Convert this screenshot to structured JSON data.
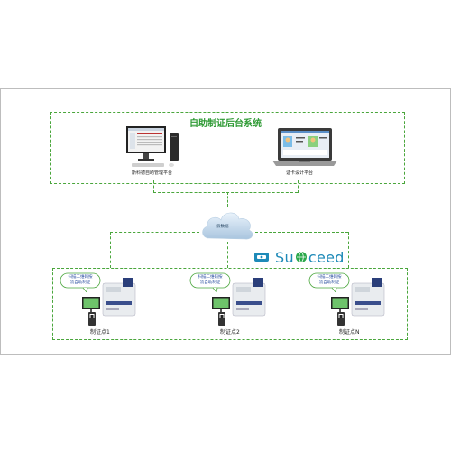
{
  "diagram": {
    "title": "自助制证后台系统",
    "pcs": [
      {
        "label": "斯科德自助管理平台"
      },
      {
        "label": "证卡设计平台"
      }
    ],
    "cloud_label": "云数据",
    "logo": {
      "prefix": "Su",
      "suffix": "ceed"
    },
    "sites": [
      {
        "label": "制证点1",
        "callout": [
          "扫描二维码按",
          "流自助制证"
        ]
      },
      {
        "label": "制证点2",
        "callout": [
          "扫描二维码按",
          "流自助制证"
        ]
      },
      {
        "label": "制证点N",
        "callout": [
          "扫描二维码按",
          "流自助制证"
        ]
      }
    ],
    "colors": {
      "accent": "#4aa63c",
      "title": "#2e9a34",
      "logo": "#1e8ab8"
    }
  }
}
